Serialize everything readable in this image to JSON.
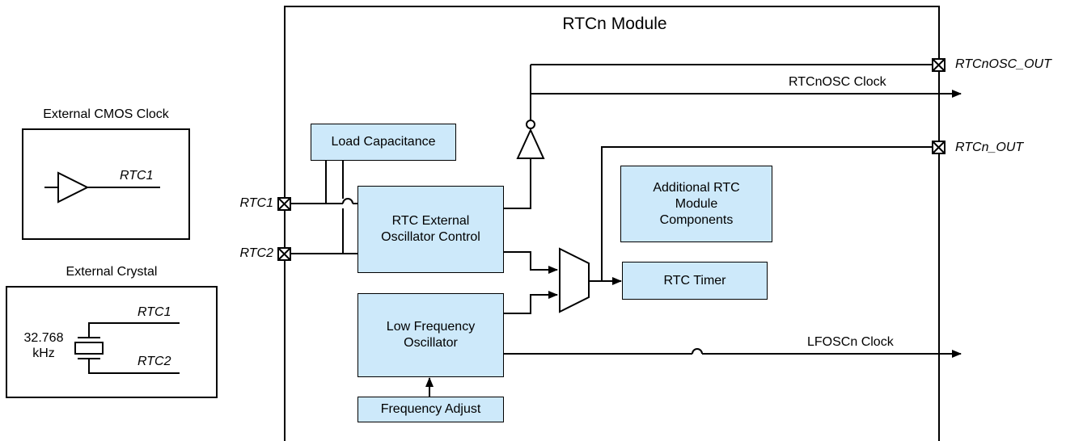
{
  "module": {
    "title": "RTCn Module"
  },
  "external_cmos": {
    "title": "External CMOS Clock",
    "pin_label": "RTC1"
  },
  "external_crystal": {
    "title": "External Crystal",
    "freq_line1": "32.768",
    "freq_line2": "kHz",
    "pin1_label": "RTC1",
    "pin2_label": "RTC2"
  },
  "pins": {
    "rtc1": "RTC1",
    "rtc2": "RTC2",
    "rtcnosc_out": "RTCnOSC_OUT",
    "rtcn_out": "RTCn_OUT"
  },
  "signals": {
    "rtcnosc_clock": "RTCnOSC Clock",
    "lfoscn_clock": "LFOSCn Clock"
  },
  "blocks": {
    "load_capacitance": "Load Capacitance",
    "rtc_ext_osc_line1": "RTC External",
    "rtc_ext_osc_line2": "Oscillator Control",
    "additional_line1": "Additional RTC",
    "additional_line2": "Module",
    "additional_line3": "Components",
    "rtc_timer": "RTC Timer",
    "lfo_line1": "Low Frequency",
    "lfo_line2": "Oscillator",
    "frequency_adjust": "Frequency Adjust"
  },
  "colors": {
    "block_fill": "#cde9fa",
    "line": "#000000"
  }
}
